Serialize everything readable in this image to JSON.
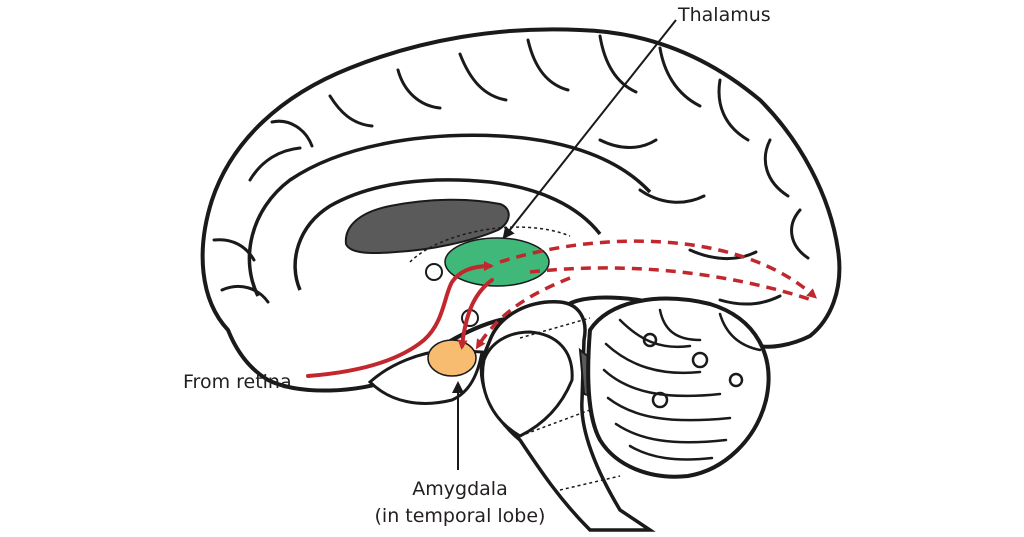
{
  "labels": {
    "thalamus": "Thalamus",
    "from_retina": "From retina",
    "amygdala": "Amygdala",
    "amygdala_sub": "(in temporal lobe)"
  },
  "colors": {
    "thalamus": "#3fb87a",
    "amygdala": "#f7bc6f",
    "pathway": "#c1272d",
    "ventricle": "#5a5a5a",
    "outline": "#1a1a1a"
  },
  "icons": {
    "label_pointer": "line-arrow",
    "solid_pathway": "red-arrow",
    "cortical_pathway": "red-dashed-arrow"
  }
}
